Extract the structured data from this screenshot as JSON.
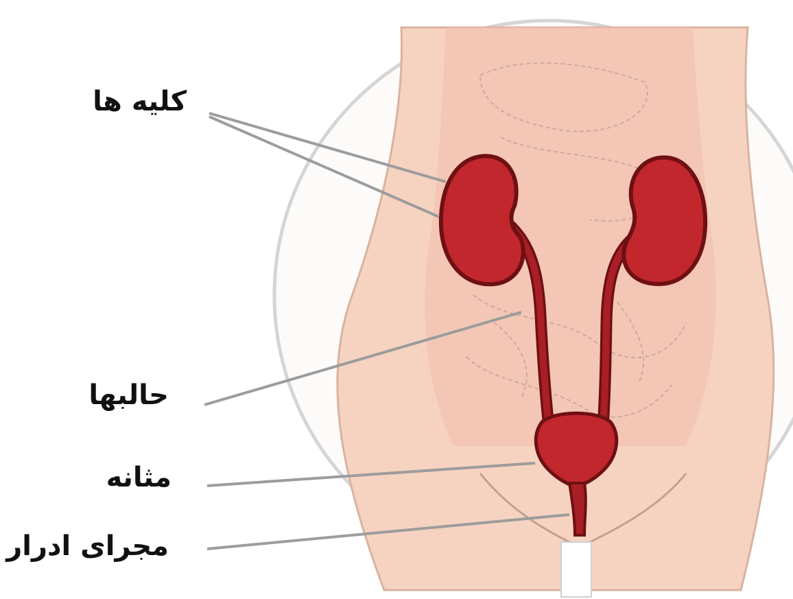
{
  "labels": {
    "kidneys": "کلیه ها",
    "ureters": "حالبها",
    "bladder": "مثانه",
    "urethra": "مجرای ادرار"
  },
  "colors": {
    "organ": "#c1272d",
    "organ_outline": "#6e1014",
    "skin": "#f6d3c0",
    "skin_light": "#fae4d6",
    "circle": "#d5d5d5",
    "leader": "#9c9c9c"
  }
}
